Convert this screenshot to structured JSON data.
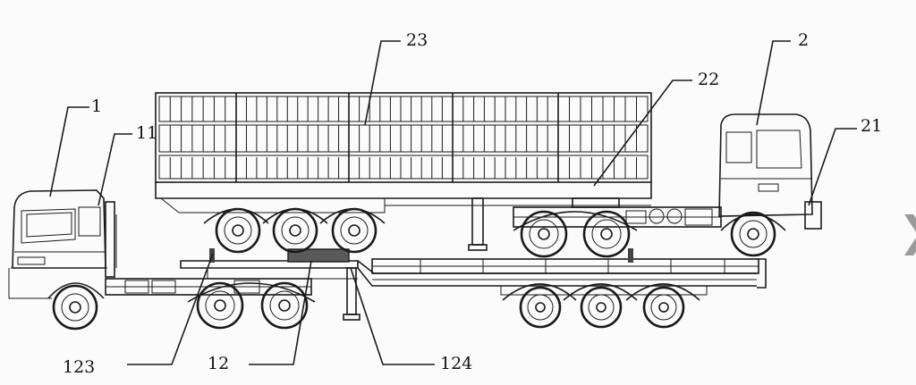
{
  "diagram": {
    "labels": [
      "1",
      "11",
      "23",
      "2",
      "22",
      "21",
      "123",
      "12",
      "124"
    ]
  },
  "viewer": {
    "next_icon": "chevron-right-icon",
    "next_glyph": "❯"
  },
  "colors": {
    "line": "#1a1a1a",
    "background": "#fbfbfb",
    "chevron": "#9a9a9a"
  }
}
